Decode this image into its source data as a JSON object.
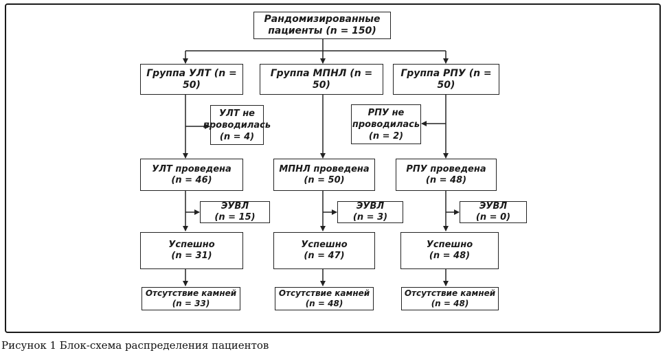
{
  "diagram": {
    "root": {
      "line1": "Рандомизированные",
      "line2": "пациенты (n = 150)"
    },
    "groups": [
      {
        "title": "Группа УЛТ (n = 50)",
        "not_done": {
          "line1": "УЛТ не",
          "line2": "проводилась",
          "line3": "(n = 4)"
        },
        "done": {
          "line1": "УЛТ проведена",
          "line2": "(n = 46)"
        },
        "euvl": {
          "line1": "ЭУВЛ",
          "line2": "(n = 15)"
        },
        "success": {
          "line1": "Успешно",
          "line2": "(n = 31)"
        },
        "stone_free": {
          "line1": "Отсутствие камней",
          "line2": "(n = 33)"
        }
      },
      {
        "title": "Группа МПНЛ (n = 50)",
        "done": {
          "line1": "МПНЛ проведена",
          "line2": "(n = 50)"
        },
        "euvl": {
          "line1": "ЭУВЛ",
          "line2": "(n = 3)"
        },
        "success": {
          "line1": "Успешно",
          "line2": "(n = 47)"
        },
        "stone_free": {
          "line1": "Отсутствие камней",
          "line2": "(n = 48)"
        }
      },
      {
        "title": "Группа РПУ (n = 50)",
        "not_done": {
          "line1": "РПУ не",
          "line2": "проводилась",
          "line3": "(n = 2)"
        },
        "done": {
          "line1": "РПУ проведена",
          "line2": "(n = 48)"
        },
        "euvl": {
          "line1": "ЭУВЛ",
          "line2": "(n = 0)"
        },
        "success": {
          "line1": "Успешно",
          "line2": "(n = 48)"
        },
        "stone_free": {
          "line1": "Отсутствие камней",
          "line2": "(n = 48)"
        }
      }
    ]
  },
  "caption": "Рисунок 1 Блок-схема распределения пациентов"
}
